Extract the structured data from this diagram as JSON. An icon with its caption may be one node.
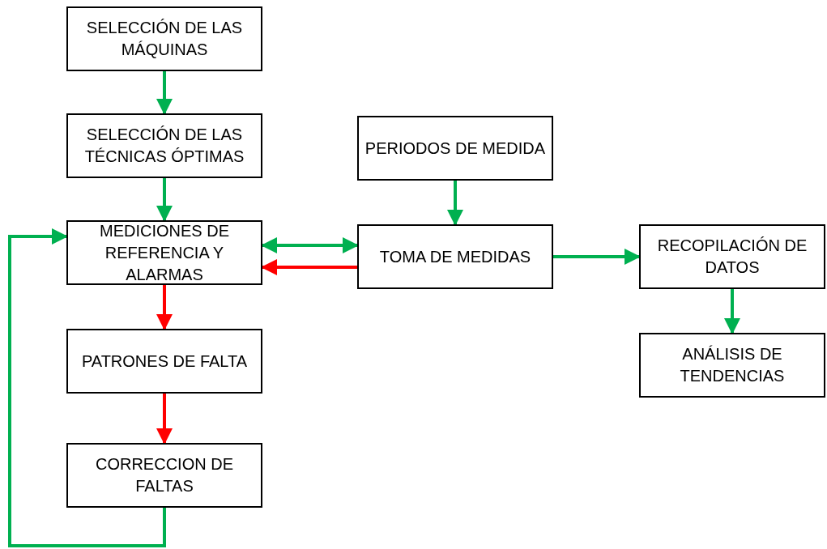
{
  "diagram": {
    "nodes": [
      {
        "text": [
          "SELECCIÓN DE LAS MÁQUINAS"
        ]
      },
      {
        "text": [
          "SELECCIÓN DE LAS TÉCNICAS ÓPTIMAS"
        ]
      },
      {
        "text": [
          "MEDICIONES DE REFERENCIA Y ALARMAS"
        ]
      },
      {
        "text": [
          "PATRONES DE FALTA"
        ]
      },
      {
        "text": [
          "CORRECCION DE FALTAS"
        ]
      },
      {
        "text": [
          "PERIODOS DE MEDIDA"
        ]
      },
      {
        "text": [
          "TOMA DE MEDIDAS"
        ]
      },
      {
        "text": [
          "RECOPILACIÓN DE DATOS"
        ]
      },
      {
        "text": [
          "ANÁLISIS DE TENDENCIAS"
        ]
      }
    ],
    "edges": [
      {
        "from": 0,
        "to": 1,
        "arrow": "to"
      },
      {
        "from": 1,
        "to": 2,
        "arrow": "to"
      },
      {
        "from": 2,
        "to": 6,
        "arrow": "both"
      },
      {
        "from": 6,
        "to": 2,
        "arrow": "to",
        "color": "#ff0000"
      },
      {
        "from": 2,
        "to": 3,
        "arrow": "to",
        "color": "#ff0000"
      },
      {
        "from": 3,
        "to": 4,
        "arrow": "to",
        "color": "#ff0000"
      },
      {
        "from": 4,
        "to": 2,
        "arrow": "to"
      },
      {
        "from": 5,
        "to": 6,
        "arrow": "to"
      },
      {
        "from": 6,
        "to": 7,
        "arrow": "to"
      },
      {
        "from": 7,
        "to": 8,
        "arrow": "to"
      }
    ]
  }
}
